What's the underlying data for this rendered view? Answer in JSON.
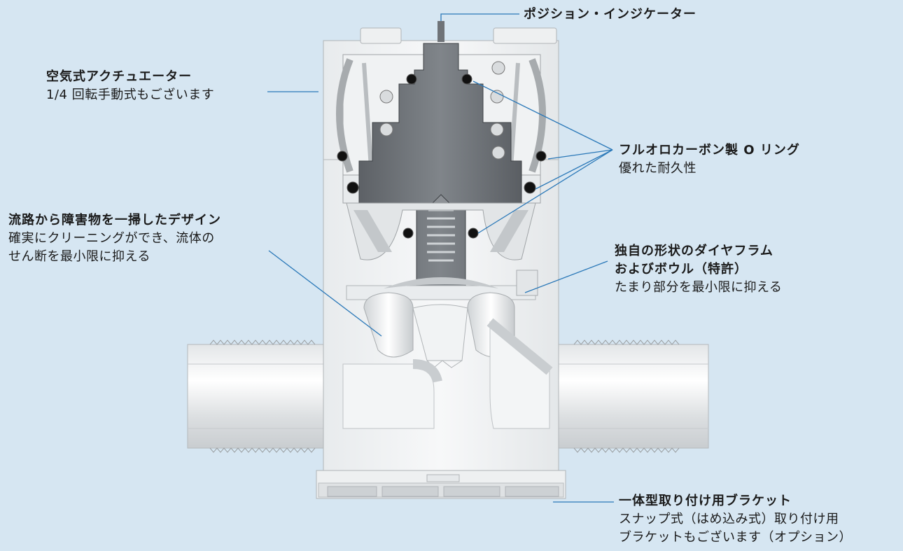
{
  "callouts": {
    "position_indicator": {
      "title": "ポジション・インジケーター"
    },
    "actuator": {
      "title": "空気式アクチュエーター",
      "desc": "1/4 回転手動式もございます"
    },
    "orings": {
      "title": "フルオロカーボン製 O リング",
      "desc": "優れた耐久性"
    },
    "flowpath": {
      "title": "流路から障害物を一掃したデザイン",
      "desc1": "確実にクリーニングができ、流体の",
      "desc2": "せん断を最小限に抑える"
    },
    "diaphragm": {
      "title1": "独自の形状のダイヤフラム",
      "title2": "およびボウル（特許）",
      "desc": "たまり部分を最小限に抑える"
    },
    "bracket": {
      "title": "一体型取り付け用ブラケット",
      "desc1": "スナップ式（はめ込み式）取り付け用",
      "desc2": "ブラケットもございます（オプション）"
    }
  },
  "colors": {
    "background": "#d6e6f2",
    "leader": "#2a78b8",
    "body": "#f4f6f7",
    "stem": "#6f7378",
    "oring": "#111111"
  }
}
